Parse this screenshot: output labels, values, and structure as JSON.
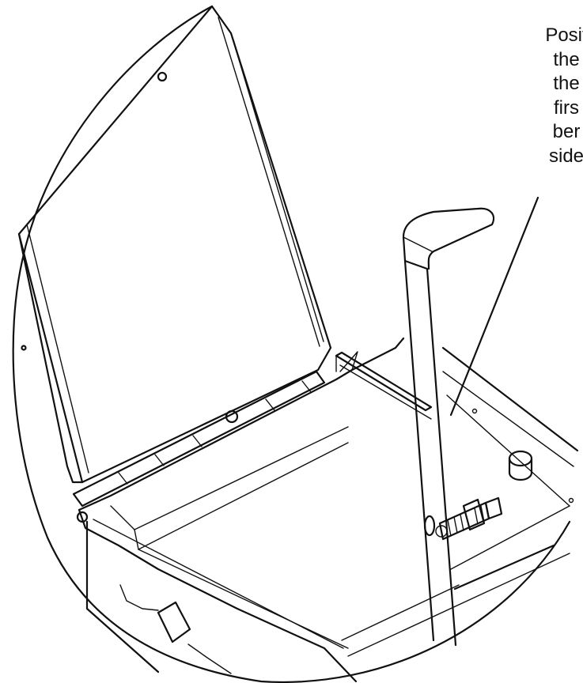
{
  "callout": {
    "lines": [
      "Posit",
      "the",
      "the",
      "firs",
      "ber",
      "side"
    ]
  },
  "colors": {
    "line": "#111111",
    "background": "#ffffff"
  }
}
